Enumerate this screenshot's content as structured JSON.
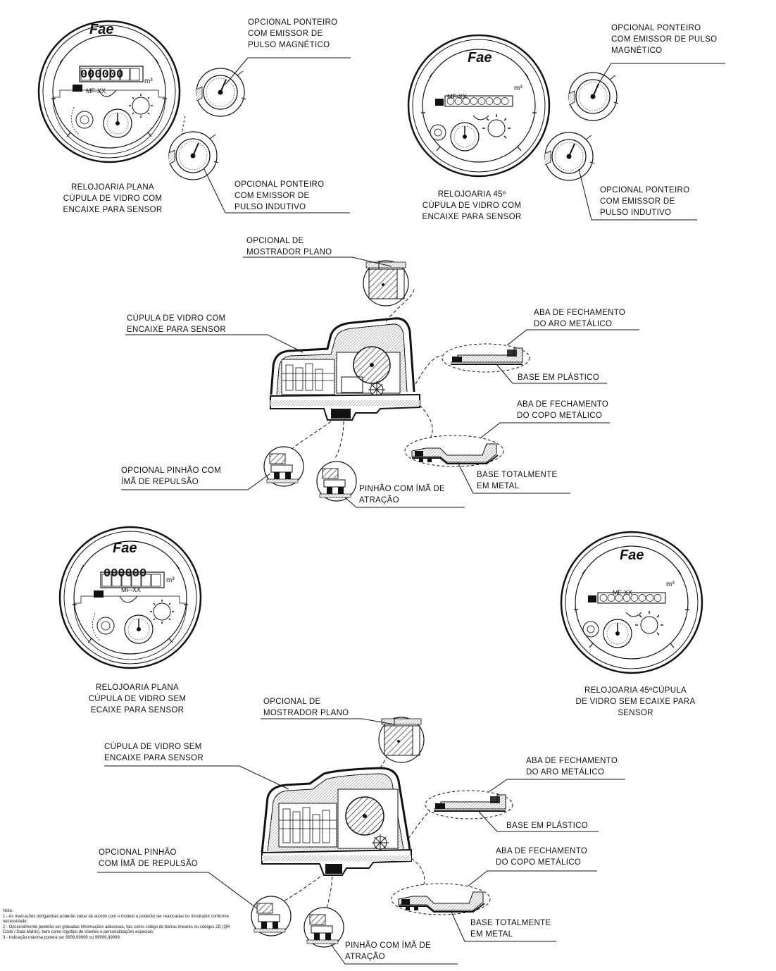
{
  "brand": "Fae",
  "dials": {
    "reading": "000000",
    "unit_flat": "m³",
    "unit_45": "m³",
    "model": "MF-XX"
  },
  "labels": {
    "magnetic_pulse_1": "OPCIONAL PONTEIRO\nCOM EMISSOR DE\nPULSO MAGNÉTICO",
    "inductive_pulse_1": "OPCIONAL PONTEIRO\nCOM EMISSOR DE\nPULSO INDUTIVO",
    "flat_with_sensor": "RELOJOARIA  PLANA\nCÚPULA  DE VIDRO COM\nENCAIXE PARA SENSOR",
    "magnetic_pulse_2": "OPCIONAL PONTEIRO\nCOM EMISSOR DE PULSO\nMAGNÉTICO",
    "inductive_pulse_2": "OPCIONAL PONTEIRO\nCOM EMISSOR DE\nPULSO INDUTIVO",
    "deg45_with_sensor": "RELOJOARIA  45º\nCÚPULA  DE VIDRO COM\nENCAIXE PARA SENSOR",
    "flat_display_1": "OPCIONAL DE\nMOSTRADOR  PLANO",
    "dome_with_sensor": "CÚPULA DE VIDRO  COM\nENCAIXE PARA SENSOR",
    "ring_tab_1": "ABA DE FECHAMENTO\nDO ARO METÁLICO",
    "plastic_base_1": "BASE EM PLÁSTICO",
    "cup_tab_1": "ABA DE FECHAMENTO\nDO COPO METÁLICO",
    "metal_base_1": "BASE TOTALMENTE\nEM METAL",
    "repulsion_pinion_1": "OPCIONAL PINHÃO COM\nÍMÃ DE REPULSÃO",
    "attraction_pinion_1": "PINHÃO COM ÍMÃ DE\nATRAÇÃO",
    "flat_without_sensor": "RELOJOARIA  PLANA\nCÚPULA  DE VIDRO SEM\nECAIXE PARA SENSOR",
    "deg45_without_sensor": "RELOJOARIA  45ºCÚPULA\nDE VIDRO SEM ECAIXE PARA\nSENSOR",
    "flat_display_2": "OPCIONAL DE\nMOSTRADOR  PLANO",
    "dome_without_sensor": "CÚPULA DE VIDRO  SEM\nENCAIXE PARA SENSOR",
    "ring_tab_2": "ABA DE FECHAMENTO\nDO ARO METÁLICO",
    "plastic_base_2": "BASE EM PLÁSTICO",
    "cup_tab_2": "ABA DE FECHAMENTO\nDO COPO METÁLICO",
    "metal_base_2": "BASE TOTALMENTE\nEM METAL",
    "repulsion_pinion_2": "OPCIONAL PINHÃO\nCOM ÍMÃ DE REPULSÃO",
    "attraction_pinion_2": "PINHÃO COM ÍMÃ DE\nATRAÇÃO"
  },
  "note": {
    "title": "Nota:",
    "item1": "1 - As marcações obrigatórias poderão variar de acordo com o modelo e poderão ser realocadas no mostrador conforme necessidade;",
    "item2": "2 - Opcionalmente poderão ser gravadas informações adicionais, tais como código de barras lineares ou códigos 2D (QR Code / Data Matrix), bem como logotipo de clientes e personalizações especiais;",
    "item3": "3 - Indicação máxima poderá ser 9999,99999 ou 99999,99999"
  }
}
